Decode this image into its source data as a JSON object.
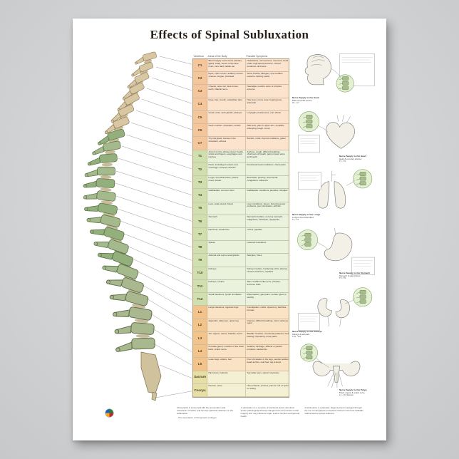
{
  "poster": {
    "title": "Effects of Spinal Subluxation",
    "colors": {
      "cervical_row": "#fbe3cd",
      "thoracic_row": "#eaf1dc",
      "lumbar_row": "#fae3c4",
      "sacral_row": "#f4f0d4",
      "spine_green": "#9cb584",
      "spine_tan": "#d8c7a2"
    },
    "table": {
      "headers": [
        "Vertebrae",
        "Areas of the Body",
        "Possible Symptoms"
      ],
      "rows": [
        {
          "id": "C1",
          "group": "cervical",
          "areas": "Blood supply to the head, pituitary gland, scalp, bones of the face, brain, inner and middle ear",
          "symptoms": "Headaches, nervousness, insomnia, head colds, high blood pressure, chronic tiredness, dizziness"
        },
        {
          "id": "C2",
          "group": "cervical",
          "areas": "Eyes, optic nerves, auditory nerves, sinuses, tongue, forehead",
          "symptoms": "Sinus trouble, allergies, eye troubles, earache, fainting spells"
        },
        {
          "id": "C3",
          "group": "cervical",
          "areas": "Cheeks, outer ear, face bones, teeth, trifacial nerve",
          "symptoms": "Neuralgia, neuritis, acne or pimples, eczema"
        },
        {
          "id": "C4",
          "group": "cervical",
          "areas": "Nose, lips, mouth, eustachian tube",
          "symptoms": "Hay fever, runny nose, hearing loss, adenoids"
        },
        {
          "id": "C5",
          "group": "cervical",
          "areas": "Vocal cords, neck glands, pharynx",
          "symptoms": "Laryngitis, hoarseness, sore throat"
        },
        {
          "id": "C6",
          "group": "cervical",
          "areas": "Neck muscles, shoulders, tonsils",
          "symptoms": "Stiff neck, pain in upper arm, tonsillitis, whooping cough, croup"
        },
        {
          "id": "C7",
          "group": "cervical",
          "areas": "Thyroid gland, bursae in the shoulders, elbows",
          "symptoms": "Bursitis, colds, thyroid conditions, goiter"
        },
        {
          "id": "T1",
          "group": "thoracic",
          "areas": "Arms from the elbows down, hands, wrists and fingers, esophagus and trachea",
          "symptoms": "Asthma, cough, difficult breathing, shortness of breath, pain in lower arms and hands"
        },
        {
          "id": "T2",
          "group": "thoracic",
          "areas": "Heart, including its valves and coverings, coronary arteries",
          "symptoms": "Functional heart conditions, chest pains"
        },
        {
          "id": "T3",
          "group": "thoracic",
          "areas": "Lungs, bronchial tubes, pleura, chest, breast",
          "symptoms": "Bronchitis, pleurisy, pneumonia, congestion, influenza"
        },
        {
          "id": "T4",
          "group": "thoracic",
          "areas": "Gallbladder, common duct",
          "symptoms": "Gallbladder conditions, jaundice, shingles"
        },
        {
          "id": "T5",
          "group": "thoracic",
          "areas": "Liver, solar plexus, blood",
          "symptoms": "Liver conditions, fevers, blood pressure problems, poor circulation, arthritis"
        },
        {
          "id": "T6",
          "group": "thoracic",
          "areas": "Stomach",
          "symptoms": "Stomach troubles, nervous stomach, indigestion, heartburn, dyspepsia"
        },
        {
          "id": "T7",
          "group": "thoracic",
          "areas": "Pancreas, duodenum",
          "symptoms": "Ulcers, gastritis"
        },
        {
          "id": "T8",
          "group": "thoracic",
          "areas": "Spleen",
          "symptoms": "Lowered resistance"
        },
        {
          "id": "T9",
          "group": "thoracic",
          "areas": "Adrenal and supra-renal glands",
          "symptoms": "Allergies, hives"
        },
        {
          "id": "T10",
          "group": "thoracic",
          "areas": "Kidneys",
          "symptoms": "Kidney troubles, hardening of the arteries, chronic tiredness, nephritis"
        },
        {
          "id": "T11",
          "group": "thoracic",
          "areas": "Kidneys, ureters",
          "symptoms": "Skin conditions like acne, pimples, eczema, boils"
        },
        {
          "id": "T12",
          "group": "thoracic",
          "areas": "Small intestines, lymph circulation",
          "symptoms": "Rheumatism, gas pains, certain types of sterility"
        },
        {
          "id": "L1",
          "group": "lumbar",
          "areas": "Large intestines, inguinal rings",
          "symptoms": "Constipation, colitis, dysentery, diarrhea, hernias"
        },
        {
          "id": "L2",
          "group": "lumbar",
          "areas": "Appendix, abdomen, upper leg",
          "symptoms": "Cramps, difficult breathing, minor varicose veins"
        },
        {
          "id": "L3",
          "group": "lumbar",
          "areas": "Sex organs, uterus, bladder, knees",
          "symptoms": "Bladder troubles, menstrual problems, bed wetting, impotency, knee pains"
        },
        {
          "id": "L4",
          "group": "lumbar",
          "areas": "Prostate gland, muscles of the lower back, sciatic nerve",
          "symptoms": "Sciatica, lumbago, difficult or painful urination, backaches"
        },
        {
          "id": "L5",
          "group": "lumbar",
          "areas": "Lower legs, ankles, feet",
          "symptoms": "Poor circulation in the legs, swollen ankles, weak arches, cold feet, leg cramps"
        },
        {
          "id": "Sacrum",
          "group": "sacral",
          "areas": "Hip bones, buttocks",
          "symptoms": "Sacroiliac pain, spinal curvatures"
        },
        {
          "id": "Coccyx",
          "group": "sacral",
          "areas": "Rectum, anus",
          "symptoms": "Hemorrhoids, pruritus, pain at end of spine on sitting"
        }
      ]
    },
    "figures": [
      {
        "organ": "head",
        "caption": "Nerve Supply to the Head",
        "notes": [
          "Brain & cranial nerves",
          "C1 - C7"
        ]
      },
      {
        "organ": "heart",
        "caption": "Nerve Supply to the Heart",
        "notes": [
          "Heart & coronary arteries",
          "T1 - T2"
        ]
      },
      {
        "organ": "lungs",
        "caption": "Nerve Supply to the Lungs",
        "notes": [
          "Lungs & bronchial tubes",
          "T3 - T4"
        ]
      },
      {
        "organ": "stomach",
        "caption": "Nerve Supply to the Stomach",
        "notes": [
          "Stomach & solar plexus",
          "T5 - T9"
        ]
      },
      {
        "organ": "kidneys",
        "caption": "Nerve Supply to the Kidneys",
        "notes": [
          "Kidneys & adrenals",
          "T10 - T12"
        ]
      },
      {
        "organ": "pelvis",
        "caption": "Nerve Supply to the Pelvis",
        "notes": [
          "Pelvic organs & sciatic nerve",
          "L1 - L5, Sacrum"
        ]
      }
    ],
    "footer": {
      "col1": "Chiropractic is concerned with the preservation and restoration of health, and focuses particular attention on the subluxation.",
      "col1_attrib": "- The Association of Chiropractic Colleges",
      "col2": "A subluxation is a complex of functional and/or structural and/or pathological articular changes that compromise neural integrity and may influence organ system function and general health.",
      "col3": "A subluxation is evaluated, diagnosed and managed through the use of chiropractic procedures based on the best available rational and empirical evidence."
    }
  }
}
